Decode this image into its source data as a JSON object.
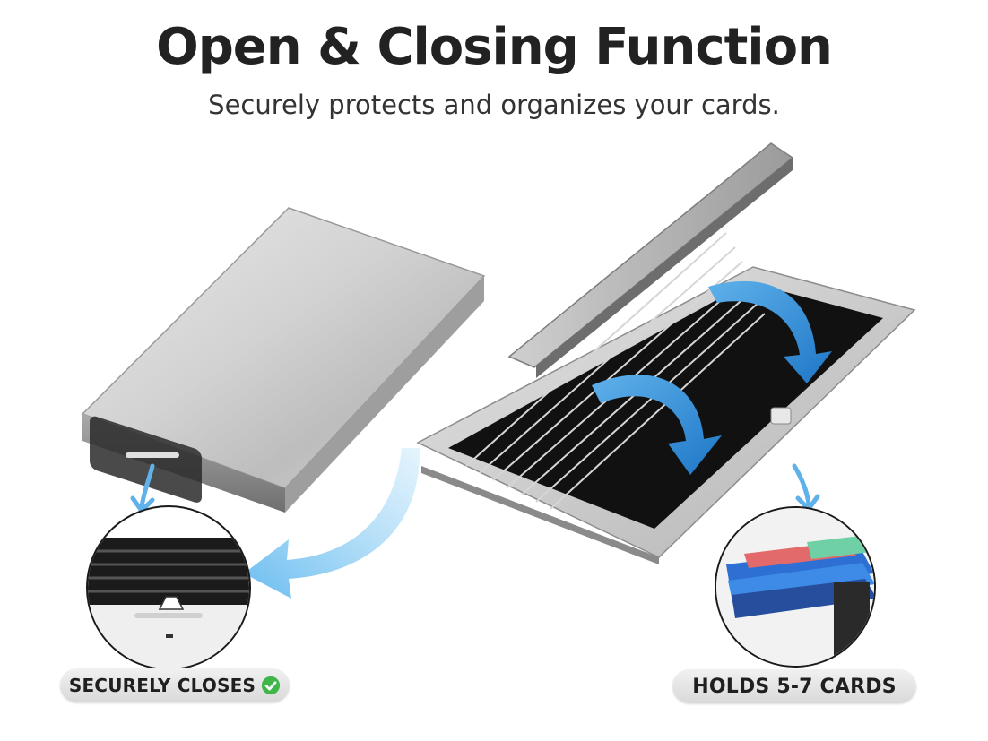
{
  "header": {
    "title": "Open & Closing Function",
    "subtitle": "Securely protects and organizes your cards."
  },
  "badges": {
    "left_label": "SECURELY CLOSES",
    "right_label": "HOLDS 5-7 CARDS"
  },
  "icons": {
    "check": "check-circle-icon",
    "arrow": "curved-arrow-icon"
  },
  "colors": {
    "arrow_blue": "#2f8fd8",
    "check_green": "#3fb54a",
    "metal": "#c9c9c9",
    "title": "#222222"
  }
}
